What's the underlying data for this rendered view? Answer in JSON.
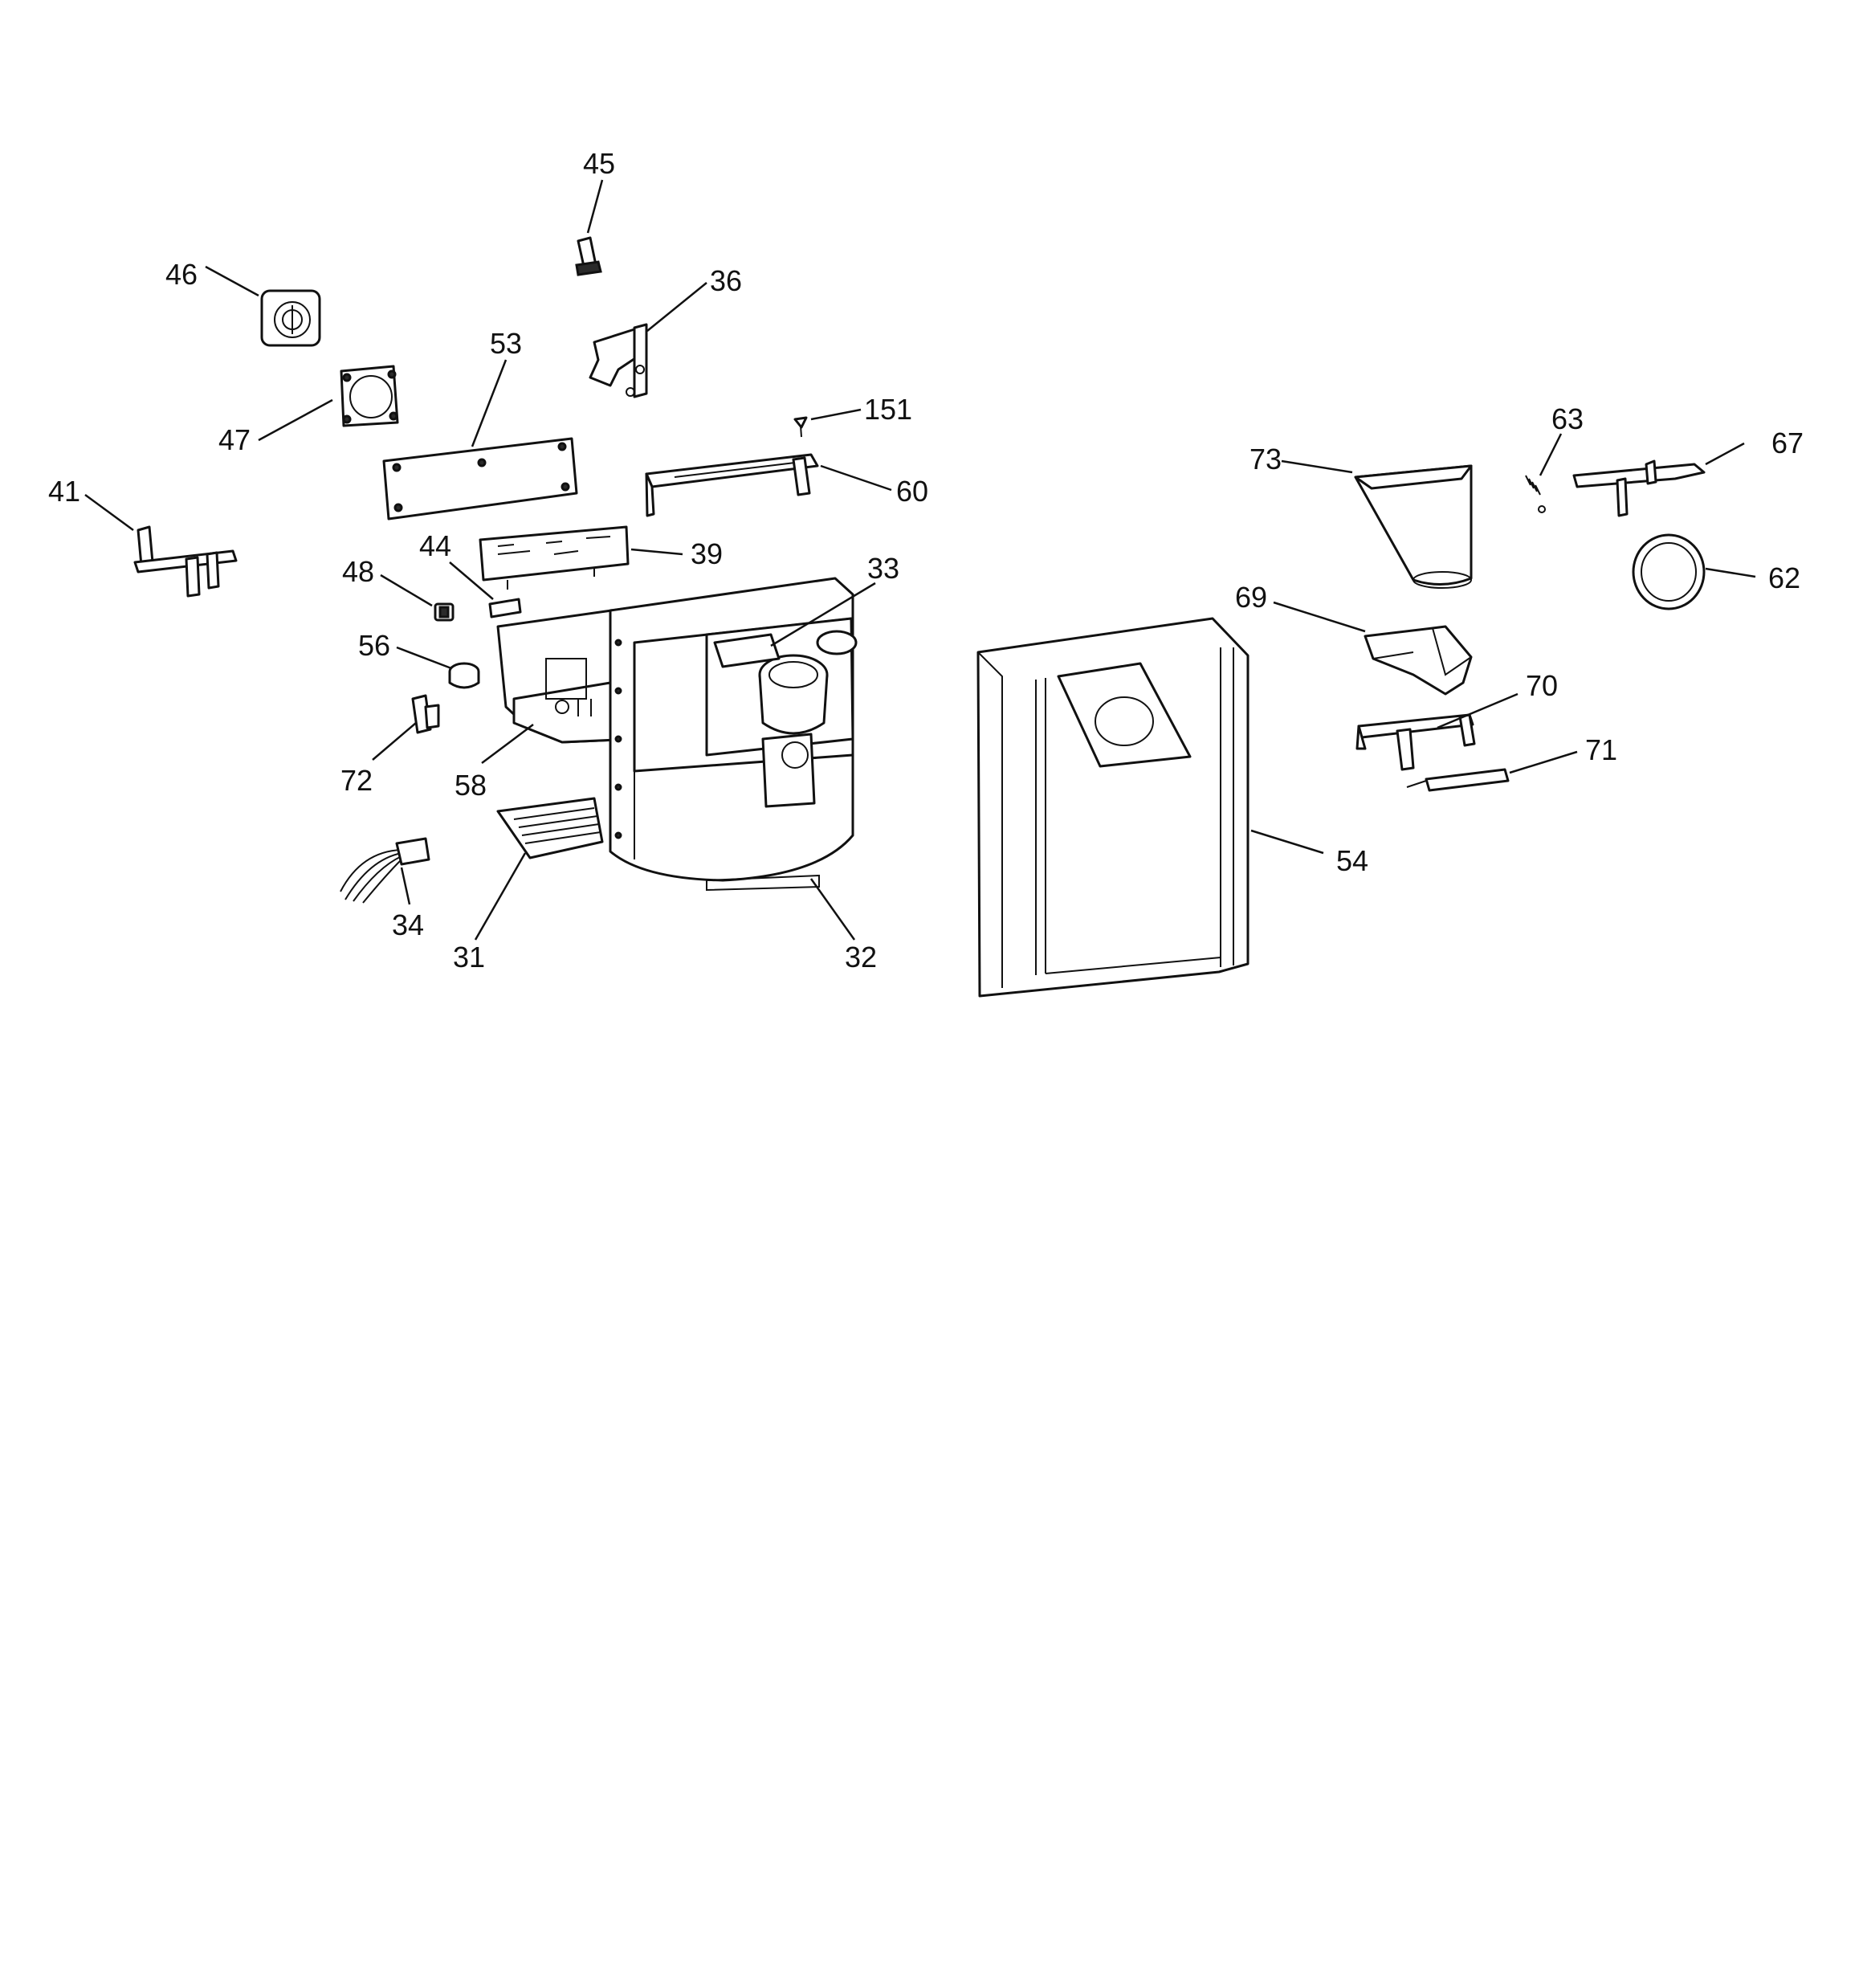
{
  "callouts": {
    "c31": "31",
    "c32": "32",
    "c33": "33",
    "c34": "34",
    "c36": "36",
    "c39": "39",
    "c41": "41",
    "c44": "44",
    "c45": "45",
    "c46": "46",
    "c47": "47",
    "c48": "48",
    "c53": "53",
    "c54": "54",
    "c56": "56",
    "c58": "58",
    "c60": "60",
    "c62": "62",
    "c63": "63",
    "c67": "67",
    "c69": "69",
    "c70": "70",
    "c71": "71",
    "c72": "72",
    "c73": "73",
    "c151": "151"
  }
}
